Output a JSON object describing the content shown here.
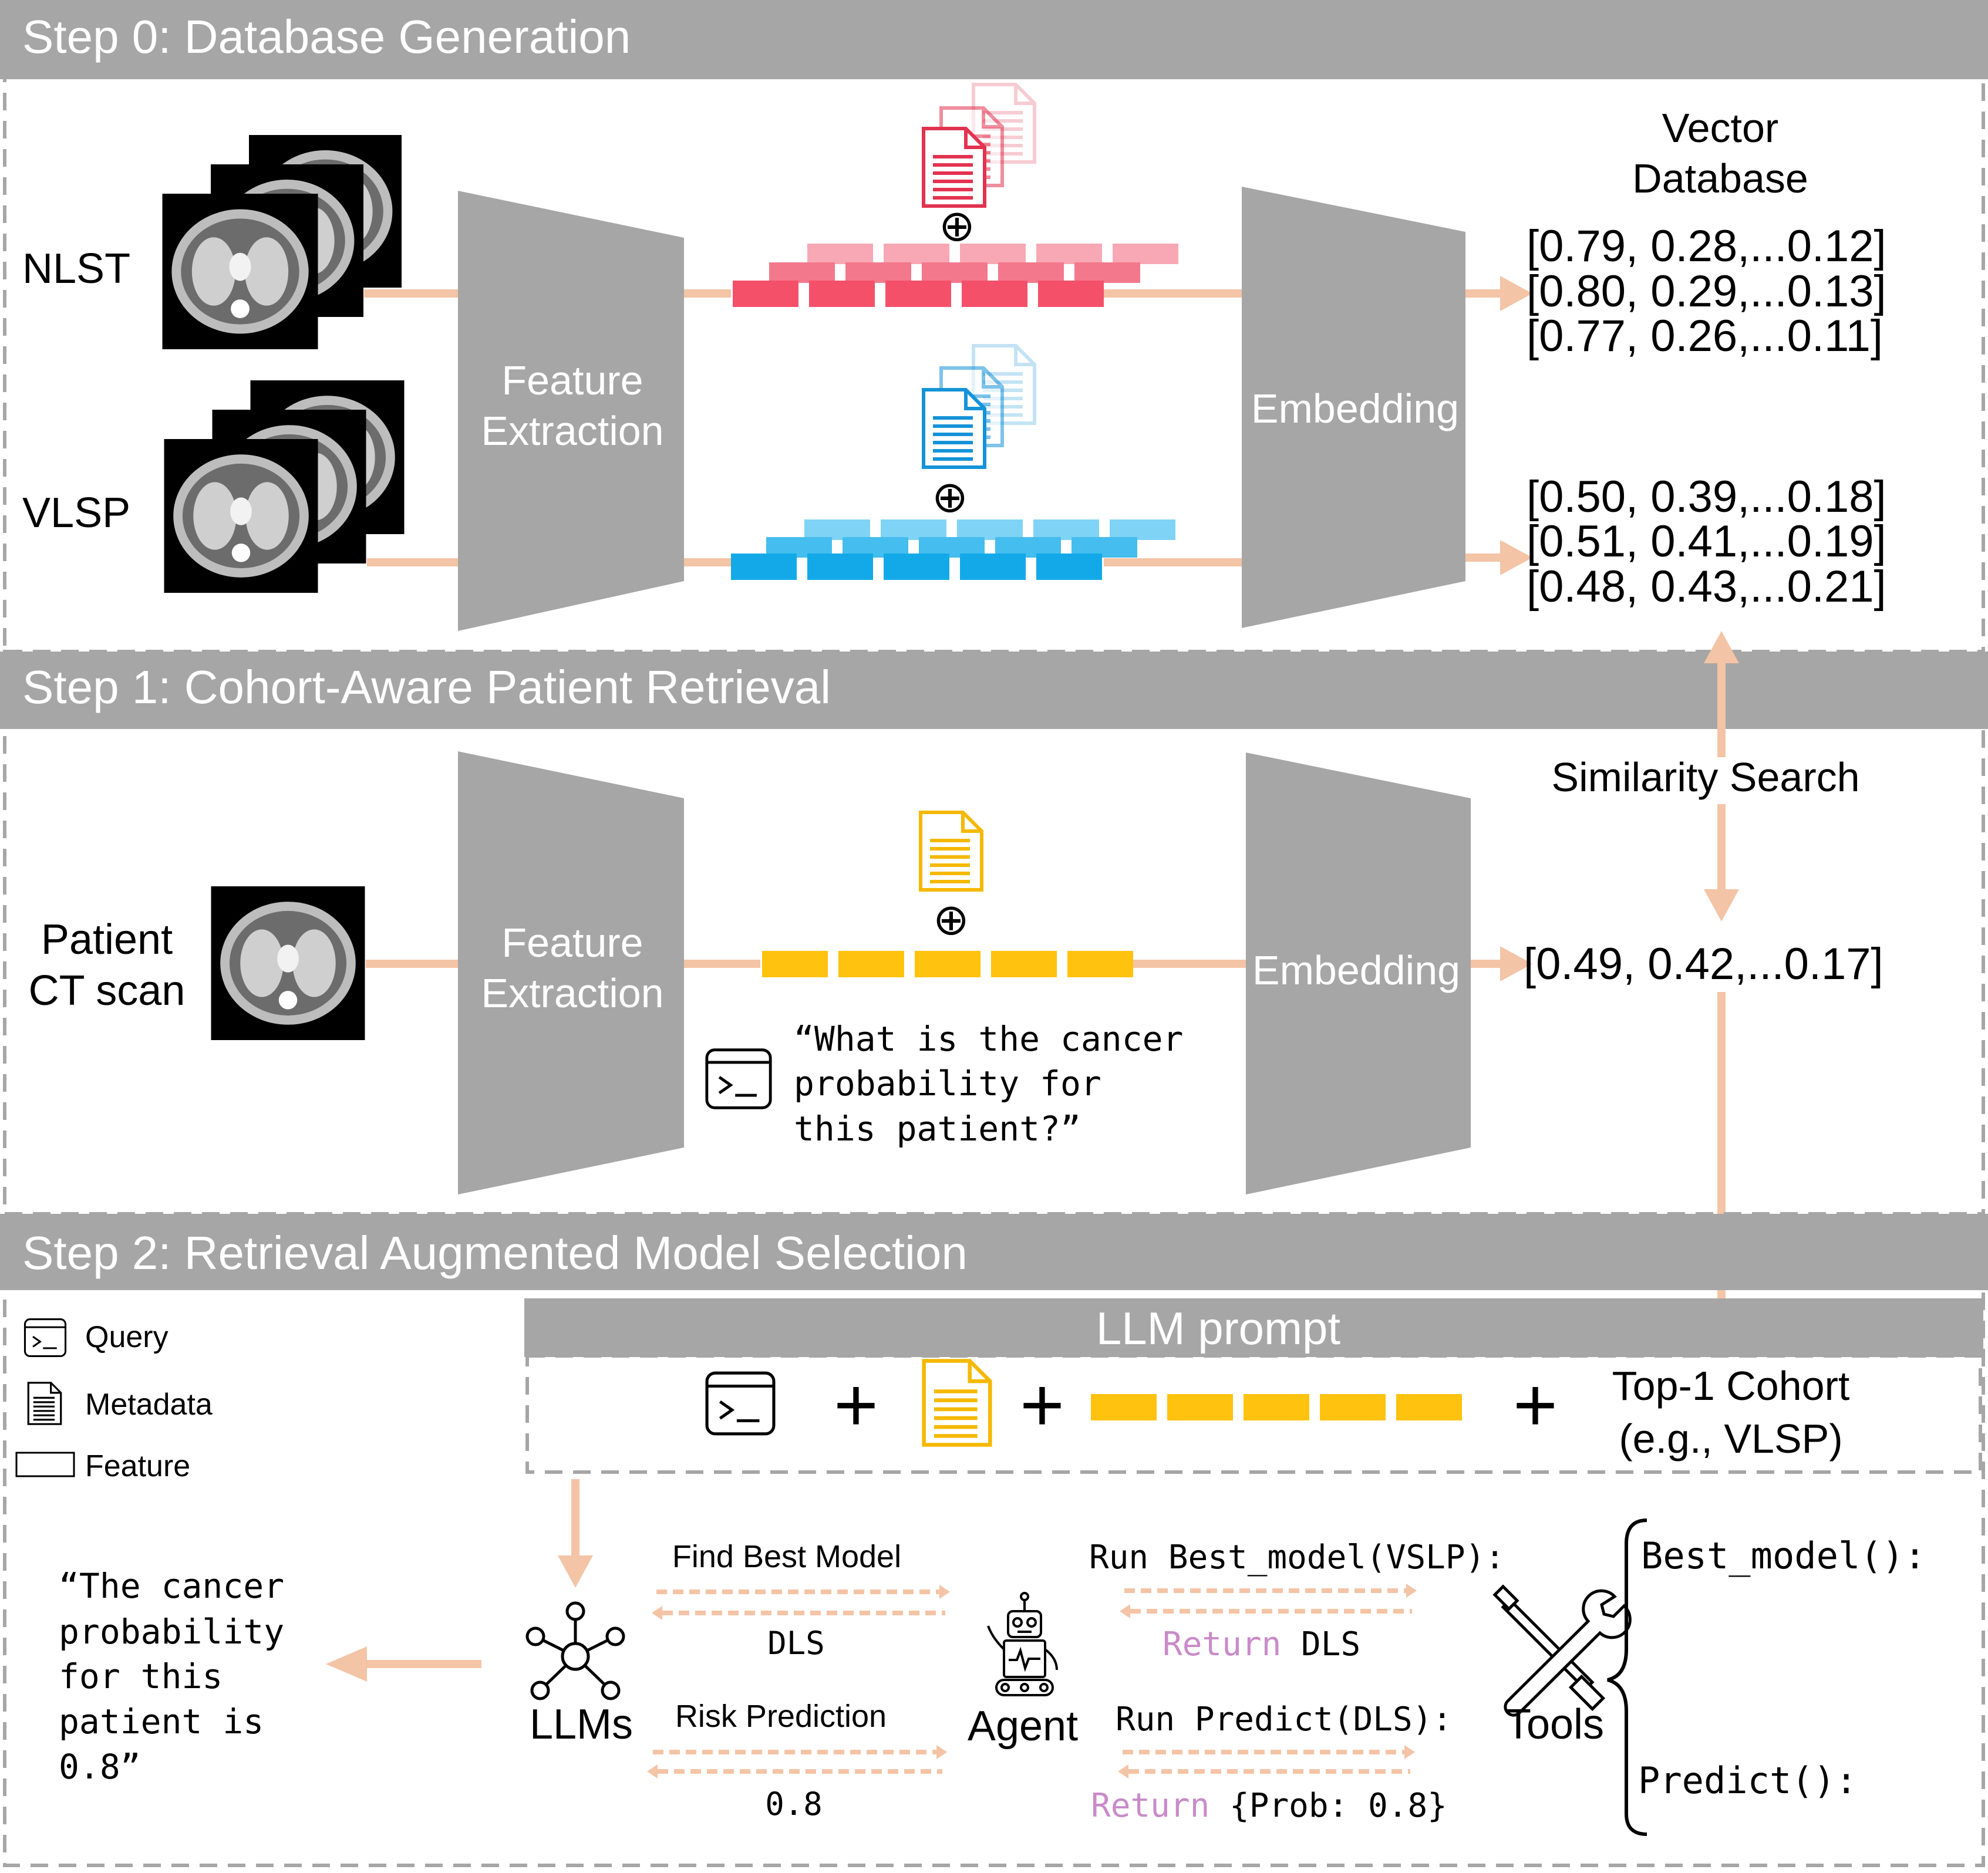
{
  "colors": {
    "header_bar": "#a6a6a6",
    "trapezoid": "#a6a6a6",
    "arrow": "#f4c4a6",
    "nlst_feature": "#f4506a",
    "nlst_feature_light": "#f8a8b4",
    "vlsp_feature": "#13a9e8",
    "vlsp_feature_light": "#7fd3f5",
    "patient_feature": "#ffc20e",
    "return_keyword": "#c98bc9",
    "text": "#000000",
    "header_text": "#ffffff"
  },
  "steps": [
    {
      "title": "Step 0: Database Generation"
    },
    {
      "title": "Step 1: Cohort-Aware Patient Retrieval"
    },
    {
      "title": "Step 2: Retrieval Augmented Model Selection"
    }
  ],
  "step0": {
    "cohort_a": "NLST",
    "cohort_b": "VLSP",
    "feature_extraction": [
      "Feature",
      "Extraction"
    ],
    "embedding": "Embedding",
    "vector_db_title": [
      "Vector",
      "Database"
    ],
    "nlst_vectors": [
      "[0.79, 0.28,...0.12]",
      "[0.80, 0.29,...0.13]",
      "[0.77, 0.26,...0.11]"
    ],
    "vlsp_vectors": [
      "[0.50, 0.39,...0.18]",
      "[0.51, 0.41,...0.19]",
      "[0.48, 0.43,...0.21]"
    ],
    "plus_circle": "⊕"
  },
  "step1": {
    "patient_label": [
      "Patient",
      "CT scan"
    ],
    "feature_extraction": [
      "Feature",
      "Extraction"
    ],
    "embedding": "Embedding",
    "similarity_search": "Similarity Search",
    "patient_vector": "[0.49, 0.42,...0.17]",
    "query_text": [
      "“What is the cancer",
      "probability for",
      "this patient?”"
    ],
    "plus_circle": "⊕"
  },
  "step2": {
    "legend": {
      "query": "Query",
      "metadata": "Metadata",
      "feature": "Feature"
    },
    "llm_prompt_title": "LLM prompt",
    "plus": "+",
    "top_cohort": [
      "Top-1 Cohort",
      "(e.g., VLSP)"
    ],
    "answer": [
      "“The cancer",
      "probability",
      "for this",
      "patient is",
      "0.8”"
    ],
    "llms_label": "LLMs",
    "agent_label": "Agent",
    "tools_label": "Tools",
    "find_best_model": "Find Best Model",
    "dls_reply": "DLS",
    "risk_prediction": "Risk Prediction",
    "prob_reply": "0.8",
    "run_best_model": "Run Best_model(VSLP):",
    "return_keyword": "Return",
    "return_dls": " DLS",
    "run_predict": "Run Predict(DLS):",
    "return_prob": " {Prob: 0.8}",
    "tool_best_model": "Best_model():",
    "tool_predict": "Predict():"
  }
}
